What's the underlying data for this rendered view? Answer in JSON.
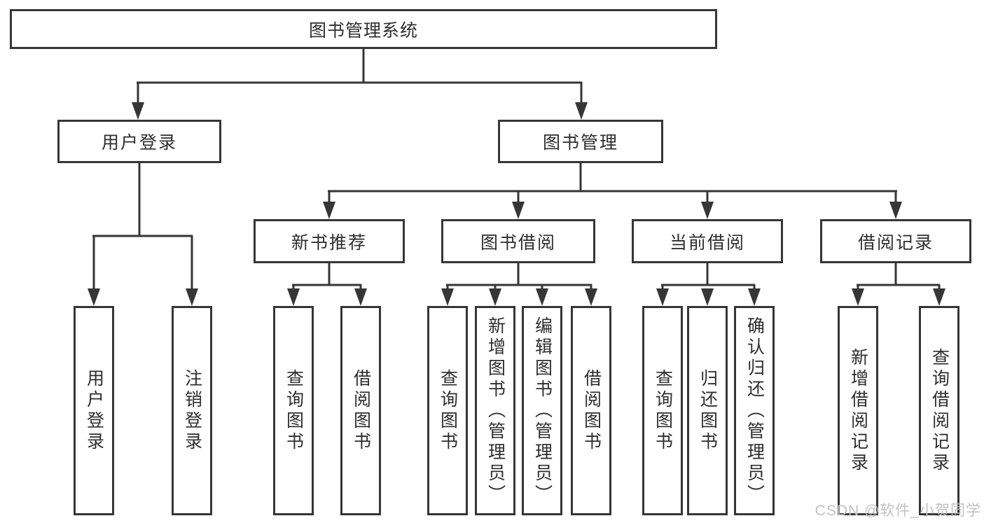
{
  "diagram": {
    "root": {
      "label": "图书管理系统",
      "children": [
        {
          "label": "用户登录",
          "children": [
            {
              "label": "用户登录"
            },
            {
              "label": "注销登录"
            }
          ]
        },
        {
          "label": "图书管理",
          "children": [
            {
              "label": "新书推荐",
              "children": [
                {
                  "label": "查询图书"
                },
                {
                  "label": "借阅图书"
                }
              ]
            },
            {
              "label": "图书借阅",
              "children": [
                {
                  "label": "查询图书"
                },
                {
                  "label": "新增图书（管理员）"
                },
                {
                  "label": "编辑图书（管理员）"
                },
                {
                  "label": "借阅图书"
                }
              ]
            },
            {
              "label": "当前借阅",
              "children": [
                {
                  "label": "查询图书"
                },
                {
                  "label": "归还图书"
                },
                {
                  "label": "确认归还（管理员）"
                }
              ]
            },
            {
              "label": "借阅记录",
              "children": [
                {
                  "label": "新增借阅记录"
                },
                {
                  "label": "查询借阅记录"
                }
              ]
            }
          ]
        }
      ]
    }
  },
  "watermark": "CSDN @软件_小贺同学",
  "colors": {
    "line": "#363636",
    "text": "#2e2e2e",
    "watermark": "#c2c2c2",
    "background": "#ffffff"
  }
}
